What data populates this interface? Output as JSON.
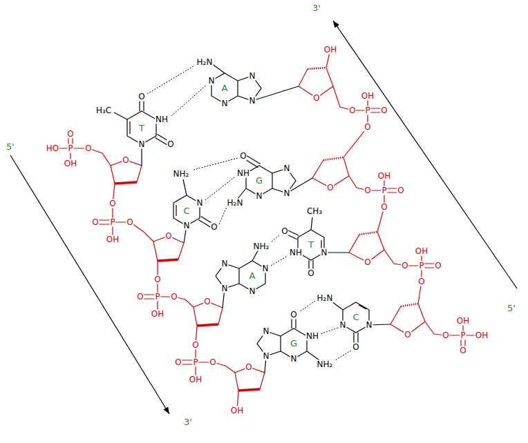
{
  "diagram": {
    "labels": [
      "3'",
      "5'",
      "5'",
      "3'",
      "HO",
      "P",
      "O",
      "OH",
      "O",
      "O",
      "H₃C",
      "O",
      "NH",
      "O",
      "N",
      "T",
      "H₂N",
      "N",
      "N",
      "N",
      "N",
      "A",
      "OH",
      "O",
      "O",
      "OH",
      "P",
      "O",
      "O",
      "O",
      "P",
      "O",
      "OH",
      "O",
      "O",
      "NH₂",
      "N",
      "O",
      "N",
      "C",
      "O",
      "NH",
      "H₂N",
      "N",
      "N",
      "N",
      "G",
      "O",
      "O",
      "OH",
      "P",
      "O",
      "O",
      "O",
      "P",
      "O",
      "OH",
      "O",
      "O",
      "NH₂",
      "N",
      "N",
      "N",
      "N",
      "A",
      "CH₃",
      "O",
      "NH",
      "O",
      "N",
      "T",
      "O",
      "O",
      "OH",
      "P",
      "O",
      "O",
      "O",
      "P",
      "O",
      "OH",
      "O",
      "O",
      "OH",
      "O",
      "NH",
      "NH₂",
      "N",
      "N",
      "N",
      "G",
      "H₂N",
      "N",
      "O",
      "N",
      "C",
      "O",
      "O",
      "OH",
      "P",
      "OH",
      "O"
    ]
  }
}
